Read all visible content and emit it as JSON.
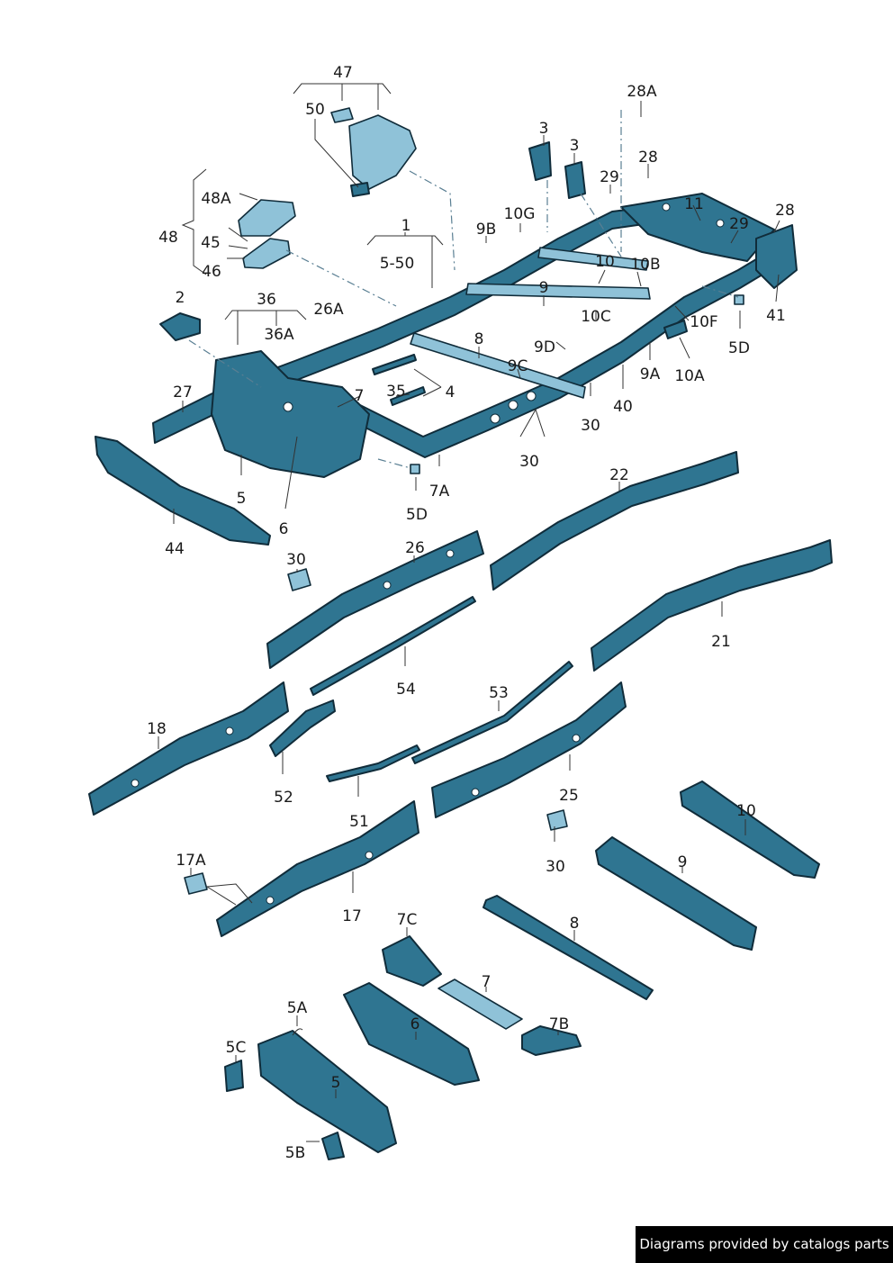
{
  "callouts": {
    "c47": "47",
    "c50": "50",
    "c28A": "28A",
    "c3a": "3",
    "c3b": "3",
    "c28a": "28",
    "c29a": "29",
    "c11": "11",
    "c28b": "28",
    "c48A": "48A",
    "c48": "48",
    "c45": "45",
    "c46": "46",
    "c1": "1",
    "c5_50": "5-50",
    "c9B": "9B",
    "c10G": "10G",
    "c29b": "29",
    "c10a": "10",
    "c10B": "10B",
    "c9a": "9",
    "c2": "2",
    "c36": "36",
    "c26A": "26A",
    "c36A": "36A",
    "c10C": "10C",
    "c10F": "10F",
    "c41": "41",
    "c8a": "8",
    "c9D": "9D",
    "c5Da": "5D",
    "c9C": "9C",
    "c9A": "9A",
    "c10A": "10A",
    "c27": "27",
    "c7a": "7",
    "c35": "35",
    "c4": "4",
    "c40": "40",
    "c30a": "30",
    "c30b": "30",
    "c5a": "5",
    "c7A": "7A",
    "c6a": "6",
    "c5Db": "5D",
    "c44": "44",
    "c22": "22",
    "c30c": "30",
    "c26": "26",
    "c21": "21",
    "c54": "54",
    "c53": "53",
    "c18": "18",
    "c52": "52",
    "c25": "25",
    "c51": "51",
    "c10b": "10",
    "c30d": "30",
    "c17A": "17A",
    "c9b": "9",
    "c17": "17",
    "c7C": "7C",
    "c8b": "8",
    "c7b": "7",
    "c5A": "5A",
    "c6b": "6",
    "c7B": "7B",
    "c5C": "5C",
    "c5b": "5",
    "c5B": "5B"
  },
  "credit": "Diagrams provided by catalogs parts",
  "colors": {
    "part": "#2f7591",
    "part_light": "#8fc2d8",
    "outline": "#102c3a"
  }
}
